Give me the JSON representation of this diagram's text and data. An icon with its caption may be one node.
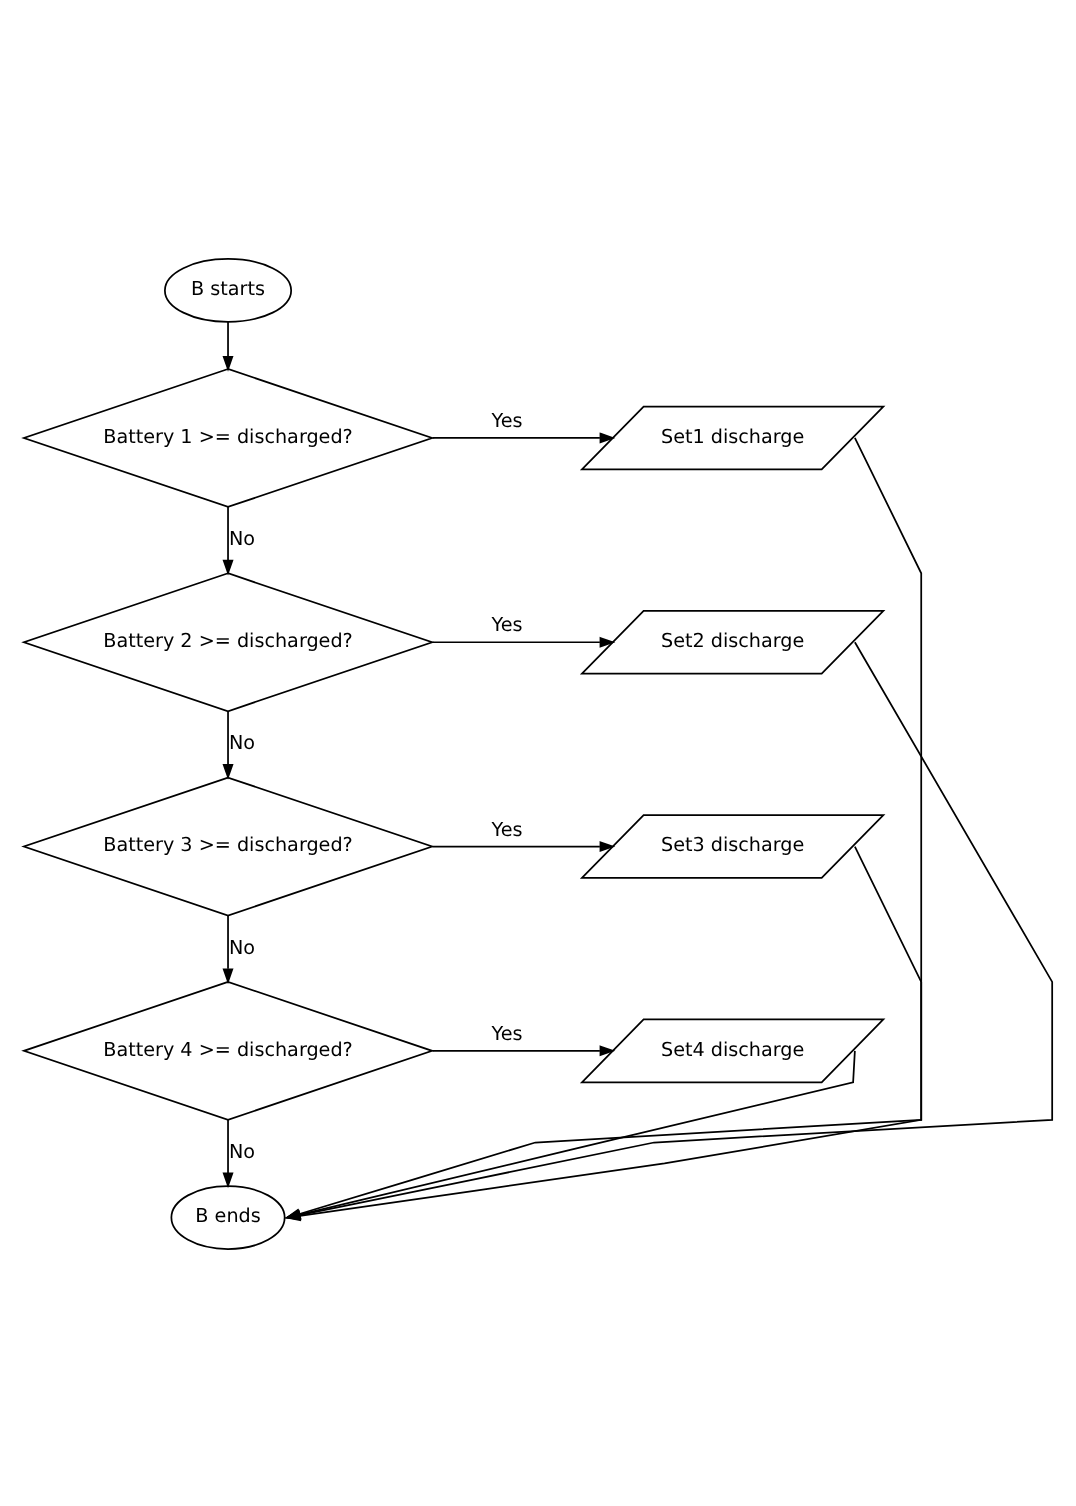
{
  "diagram": {
    "nodes": [
      {
        "text": [
          "B starts"
        ]
      },
      {
        "text": [
          "Battery 1 >= discharged?"
        ]
      },
      {
        "text": [
          "Set1 discharge"
        ]
      },
      {
        "text": [
          "Battery 2 >= discharged?"
        ]
      },
      {
        "text": [
          "Set2 discharge"
        ]
      },
      {
        "text": [
          "Battery 3 >= discharged?"
        ]
      },
      {
        "text": [
          "Set3 discharge"
        ]
      },
      {
        "text": [
          "Battery 4 >= discharged?"
        ]
      },
      {
        "text": [
          "Set4 discharge"
        ]
      },
      {
        "text": [
          "B ends"
        ]
      }
    ],
    "edges": [
      {
        "from": 0,
        "to": 1,
        "arrow": "to"
      },
      {
        "from": 1,
        "to": 2,
        "arrow": "to",
        "label": "Yes"
      },
      {
        "from": 1,
        "to": 3,
        "arrow": "to",
        "label": "No"
      },
      {
        "from": 3,
        "to": 4,
        "arrow": "to",
        "label": "Yes"
      },
      {
        "from": 3,
        "to": 5,
        "arrow": "to",
        "label": "No"
      },
      {
        "from": 5,
        "to": 6,
        "arrow": "to",
        "label": "Yes"
      },
      {
        "from": 5,
        "to": 7,
        "arrow": "to",
        "label": "No"
      },
      {
        "from": 7,
        "to": 8,
        "arrow": "to",
        "label": "Yes"
      },
      {
        "from": 7,
        "to": 9,
        "arrow": "to",
        "label": "No"
      },
      {
        "from": 2,
        "to": 9,
        "arrow": "to"
      },
      {
        "from": 4,
        "to": 9,
        "arrow": "to"
      },
      {
        "from": 6,
        "to": 9,
        "arrow": "to"
      },
      {
        "from": 8,
        "to": 9,
        "arrow": "to"
      }
    ]
  }
}
